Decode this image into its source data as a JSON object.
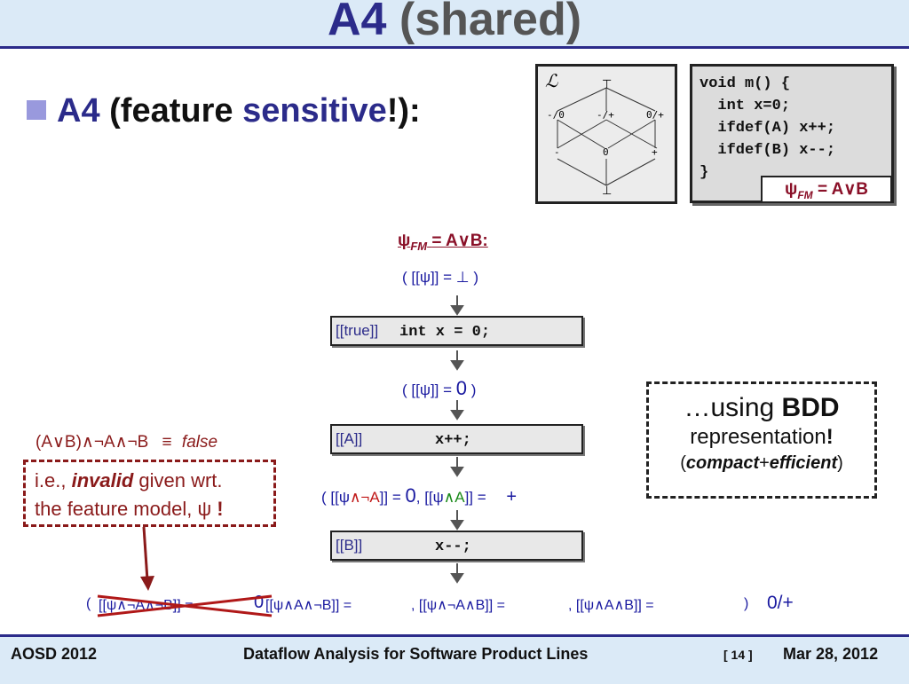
{
  "title": {
    "part1": "A4",
    "part2": "(shared)"
  },
  "bullet": {
    "a4": "A4",
    "open": "(feature",
    "sensitive": "sensitive",
    "close": "!):"
  },
  "lattice": {
    "symbol": "ℒ",
    "nodes": {
      "top": "⊤",
      "l1a": "-/0",
      "l1b": "-/+",
      "l1c": "0/+",
      "l2a": "-",
      "l2b": "0",
      "l2c": "+",
      "bottom": "⊥"
    }
  },
  "code": {
    "lines": [
      "void m() {",
      "  int x=0;",
      "  ifdef(A) x++;",
      "  ifdef(B) x--;",
      "}"
    ],
    "psi_fm": {
      "psi": "ψ",
      "sub": "FM",
      "eq": "=",
      "val": "A∨B"
    }
  },
  "flow": {
    "header": {
      "psi": "ψ",
      "sub": "FM",
      "rest": "= A∨B:"
    },
    "state0": {
      "open": "( [[ψ]] = ",
      "val": "⊥",
      "close": " )"
    },
    "node1": {
      "label": "[[true]]",
      "code": "int x = 0;"
    },
    "state1": {
      "open": "( [[ψ]] = ",
      "val": "0",
      "close": " )"
    },
    "node2": {
      "label": "[[A]]",
      "code": "x++;"
    },
    "state2": {
      "open": "( [[ψ",
      "cond1": "∧¬A",
      "mid1": "]] = ",
      "val1": "0",
      "mid2": ", [[ψ",
      "cond2": "∧A",
      "mid3": "]] = ",
      "val2": "+"
    },
    "node3": {
      "label": "[[B]]",
      "code": "x--;"
    },
    "state3": {
      "open": "(",
      "t1": "[[ψ∧¬A∧¬B]] =",
      "v1": "0",
      "t2": "[[ψ∧A∧¬B]] =",
      "t3": ", [[ψ∧¬A∧B]] =",
      "t4": ", [[ψ∧A∧B]] =",
      "close": ")",
      "result": "0/+"
    }
  },
  "bdd": {
    "line1a": "…using ",
    "line1b": "BDD",
    "line2a": "representation",
    "line2b": "!",
    "line3a": "(",
    "line3b": "compact",
    "line3c": "+",
    "line3d": "efficient",
    "line3e": ")"
  },
  "note": {
    "formula": "(A∨B)∧¬A∧¬B",
    "equiv": "≡",
    "false_word": "false"
  },
  "invalid": {
    "ie": "i.e., ",
    "invalid": "invalid",
    "rest": " given wrt.",
    "line2": "the feature model, ψ",
    "bang": "!"
  },
  "footer": {
    "left": "AOSD 2012",
    "center": "Dataflow Analysis for Software Product Lines",
    "page": "[ 14 ]",
    "date": "Mar 28, 2012"
  },
  "colors": {
    "title_blue": "#2b2b8a",
    "title_gray": "#555555",
    "dark_red": "#8a1a1a",
    "flow_blue": "#1a1aa0",
    "red": "#c01818",
    "green": "#1a8a1a"
  }
}
